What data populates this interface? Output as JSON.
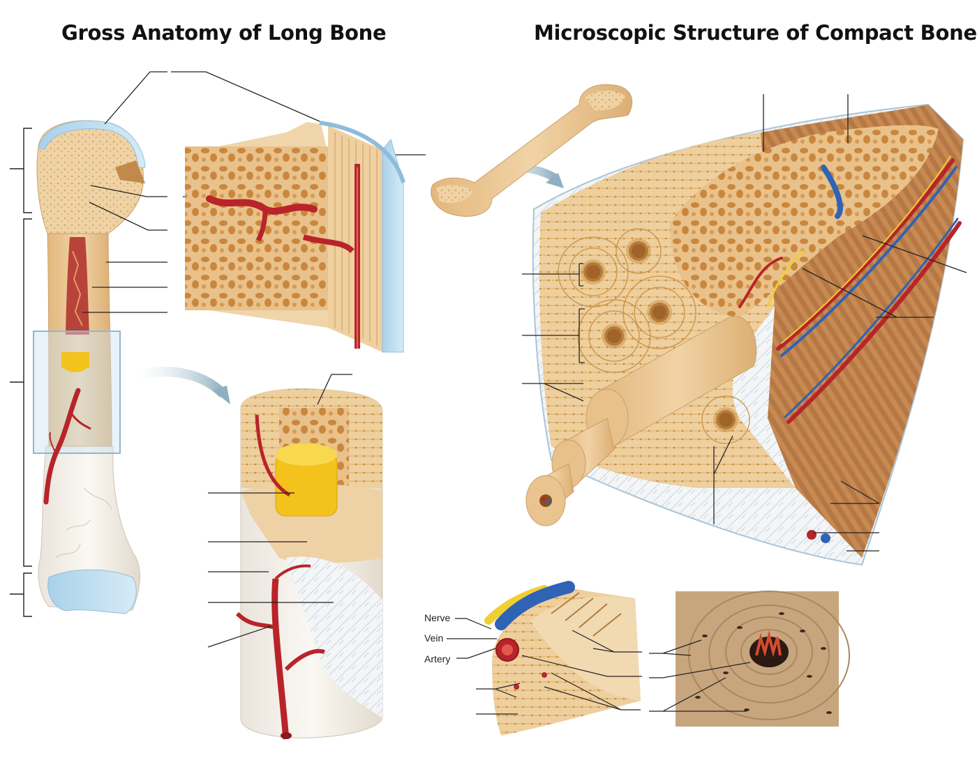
{
  "titles": {
    "left": "Gross Anatomy of Long Bone",
    "right": "Microscopic Structure of Compact Bone"
  },
  "labels": {
    "nerve": "Nerve",
    "vein": "Vein",
    "artery": "Artery"
  },
  "colors": {
    "bone_tan": "#e7bd83",
    "spongy_bone": "#d99b55",
    "marrow_red": "#b8322a",
    "yellow_marrow": "#f3c21d",
    "cartilage_blue": "#bcdcef",
    "periosteum_white": "#eef2f5",
    "vessel_red": "#b8242a",
    "vessel_blue": "#2f63b5",
    "nerve_yellow": "#f0cf33",
    "arrow_blue": "#9bb6c4"
  }
}
